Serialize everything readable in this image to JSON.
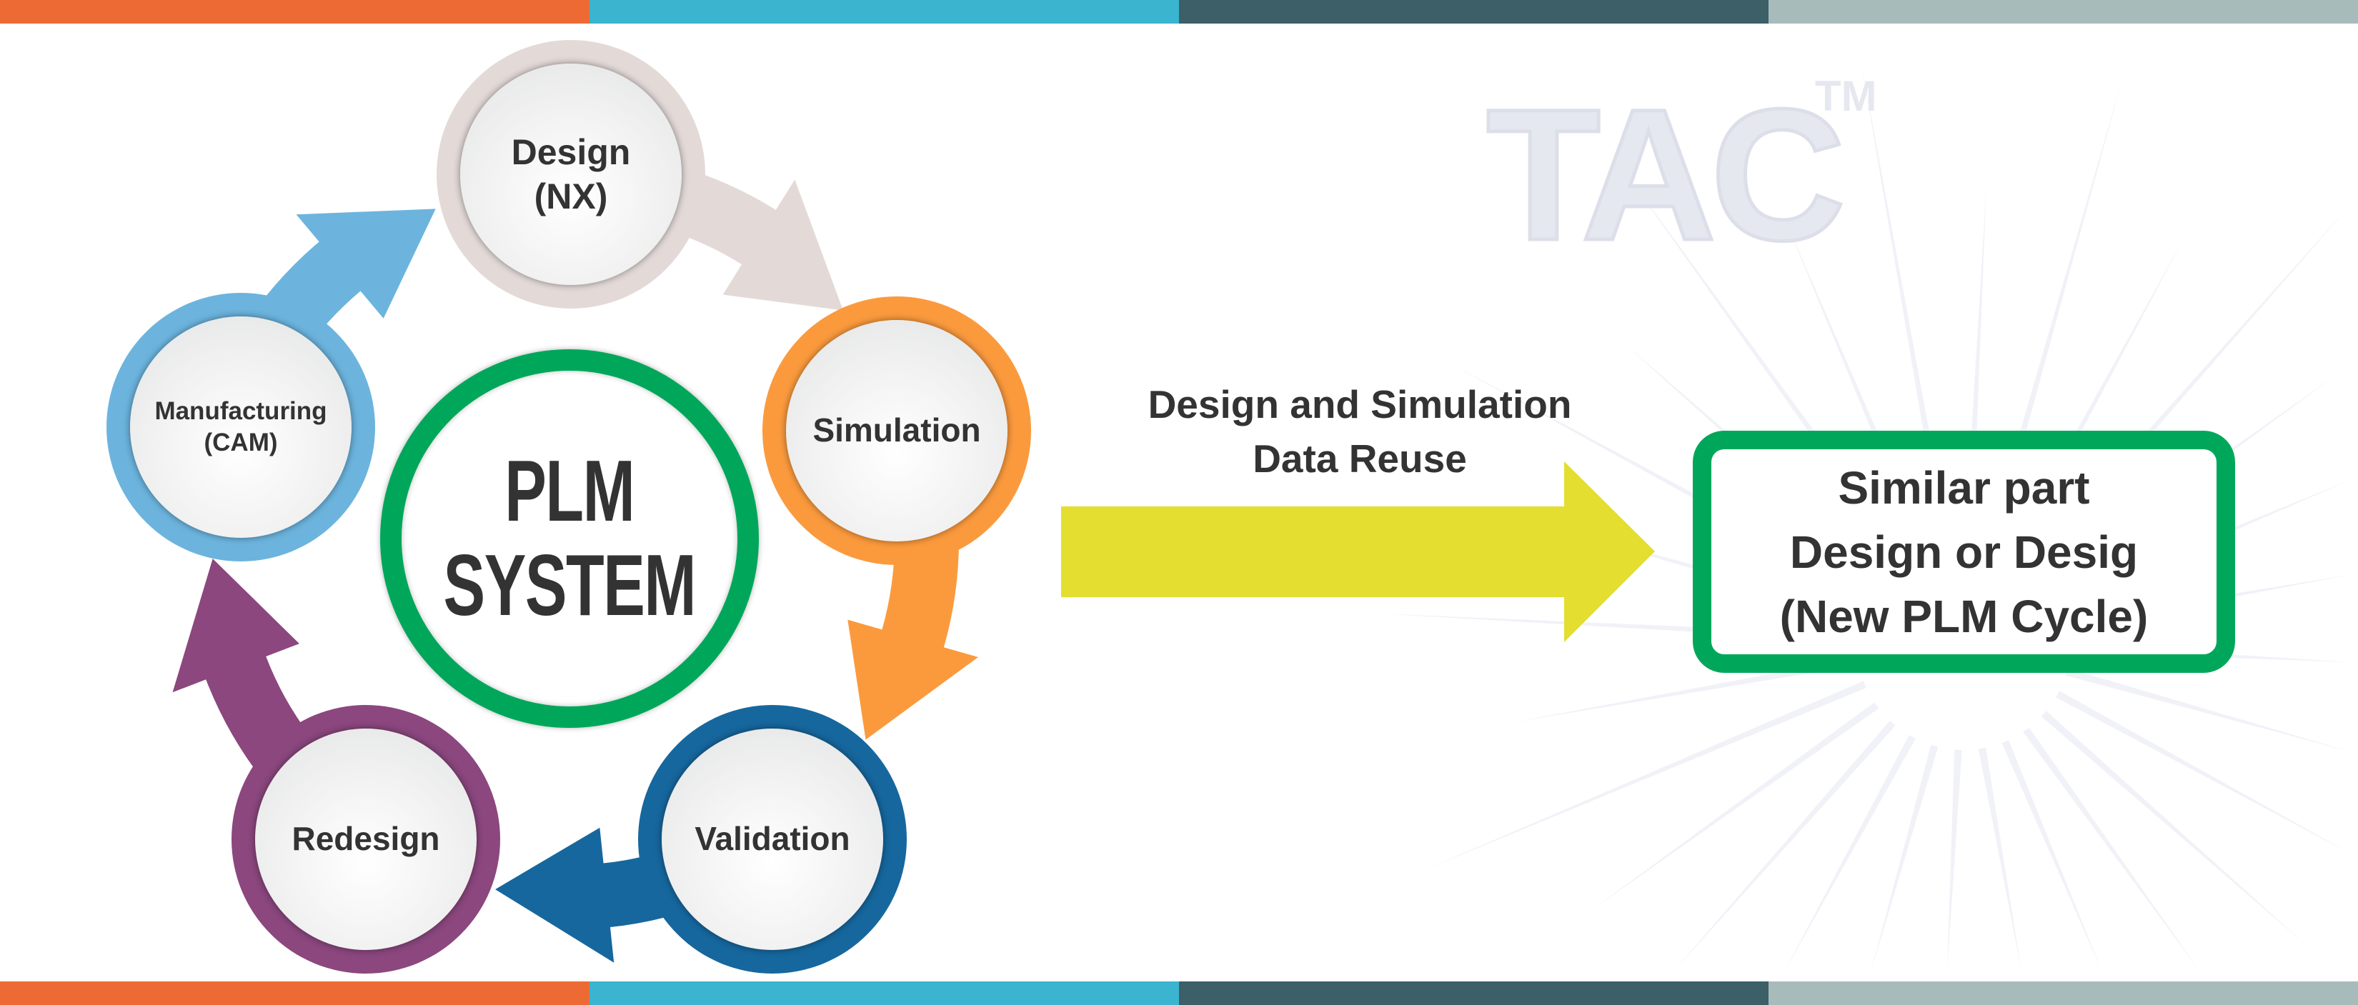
{
  "colors": {
    "bars": [
      "#EE6A34",
      "#3AB4CF",
      "#3D5F68",
      "#A7BBBA"
    ],
    "plm_ring": "#00A75A",
    "reuse_arrow": "#E3DE2F",
    "box_border": "#00A75A",
    "text": "#333333",
    "watermark": "#EEEFF6"
  },
  "watermark": {
    "text": "TAC",
    "tm": "TM"
  },
  "cycle": {
    "center_lines": [
      "PLM",
      "SYSTEM"
    ],
    "nodes": [
      {
        "lines": [
          "Design",
          "(NX)"
        ],
        "color": "#E3DAD8"
      },
      {
        "lines": [
          "Simulation"
        ],
        "color": "#FB9A3D"
      },
      {
        "lines": [
          "Validation"
        ],
        "color": "#16679E"
      },
      {
        "lines": [
          "Redesign"
        ],
        "color": "#8B477E"
      },
      {
        "lines": [
          "Manufacturing",
          "(CAM)"
        ],
        "color": "#6CB4DE"
      }
    ]
  },
  "reuse_label": [
    "Design and Simulation",
    "Data Reuse"
  ],
  "result_box": [
    "Similar part",
    "Design or Desig",
    "(New PLM Cycle)"
  ]
}
